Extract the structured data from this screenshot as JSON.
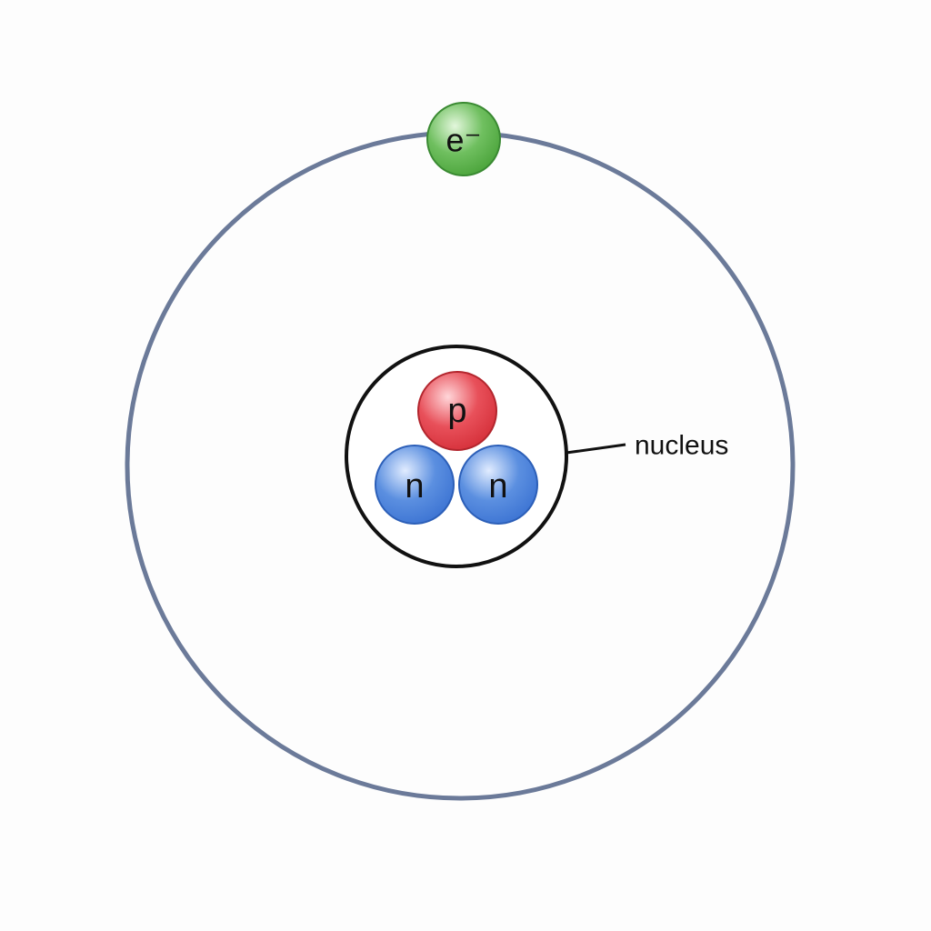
{
  "diagram": {
    "electron": {
      "label": "e⁻",
      "fill": "#6fbf5f",
      "stroke": "#3a8a32"
    },
    "proton": {
      "label": "p",
      "fill": "#e8505a",
      "stroke": "#b3262e"
    },
    "neutrons": [
      {
        "label": "n"
      },
      {
        "label": "n"
      }
    ],
    "neutron_colors": {
      "fill": "#5b8fe0",
      "stroke": "#2c5fb8"
    },
    "orbit_color": "#6b7a99",
    "nucleus_boundary_color": "#111111",
    "callout": {
      "label": "nucleus"
    }
  }
}
